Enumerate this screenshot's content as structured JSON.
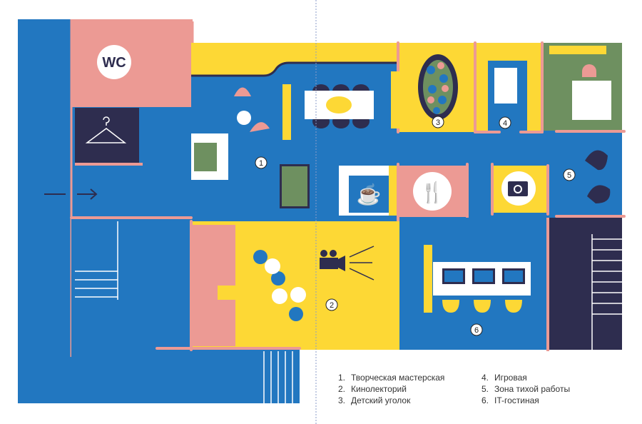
{
  "title": "Floor plan",
  "wc_label": "WC",
  "colors": {
    "blue": "#2277c0",
    "yellow": "#fdd835",
    "pink": "#ec9a94",
    "navy": "#2e2d4f",
    "green": "#6e9060",
    "white": "#ffffff"
  },
  "zones": [
    {
      "number": "1",
      "label": "Творческая мастерская"
    },
    {
      "number": "2",
      "label": "Кинолекторий"
    },
    {
      "number": "3",
      "label": "Детский уголок"
    },
    {
      "number": "4",
      "label": "Игровая"
    },
    {
      "number": "5",
      "label": "Зона тихой работы"
    },
    {
      "number": "6",
      "label": "IT-гостиная"
    }
  ],
  "legend_items": [
    {
      "number": "1.",
      "label": "Творческая мастерская"
    },
    {
      "number": "2.",
      "label": "Кинолекторий"
    },
    {
      "number": "3.",
      "label": "Детский уголок"
    },
    {
      "number": "4.",
      "label": "Игровая"
    },
    {
      "number": "5.",
      "label": "Зона тихой работы"
    },
    {
      "number": "6.",
      "label": "IT-гостиная"
    }
  ]
}
